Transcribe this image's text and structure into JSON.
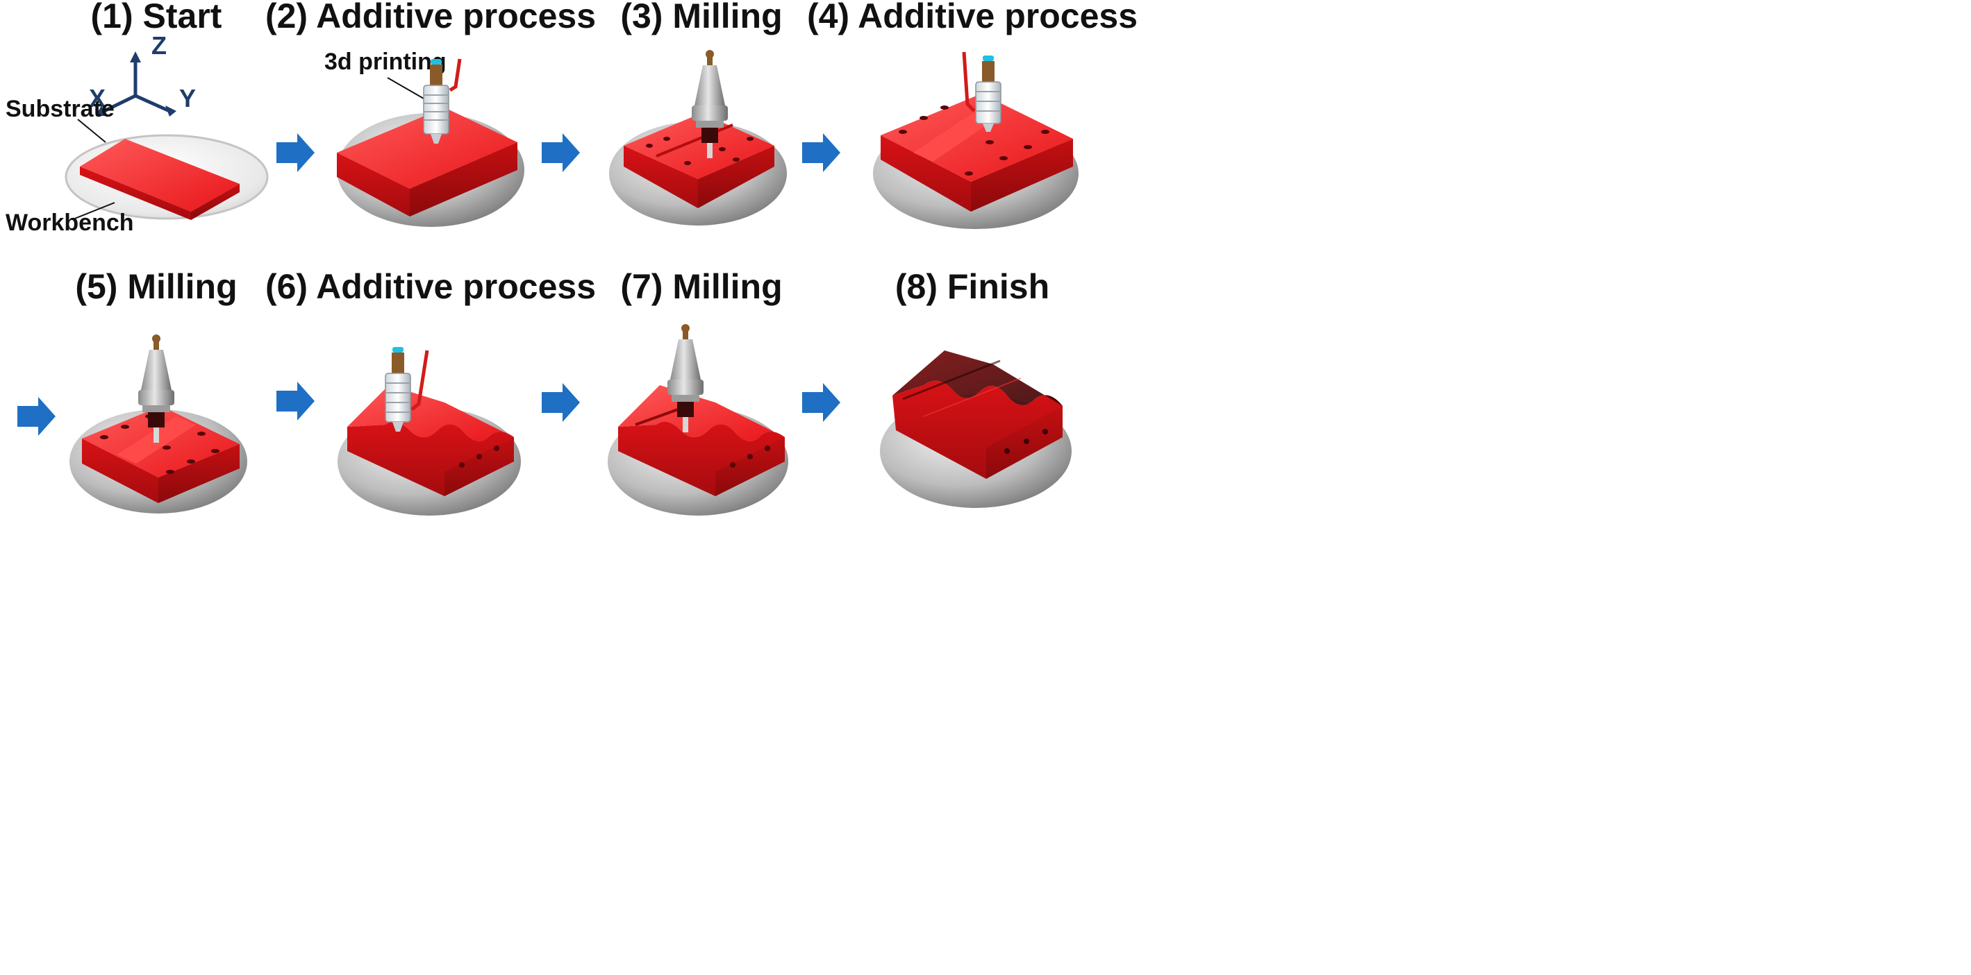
{
  "steps": [
    {
      "label": "(1) Start",
      "type": "start"
    },
    {
      "label": "(2) Additive process",
      "type": "additive"
    },
    {
      "label": "(3) Milling",
      "type": "milling"
    },
    {
      "label": "(4) Additive process",
      "type": "additive"
    },
    {
      "label": "(5) Milling",
      "type": "milling"
    },
    {
      "label": "(6) Additive process",
      "type": "additive"
    },
    {
      "label": "(7) Milling",
      "type": "milling"
    },
    {
      "label": "(8) Finish",
      "type": "finish"
    }
  ],
  "annotations": {
    "substrate": "Substrate",
    "workbench": "Workbench",
    "printer": "3d printing"
  },
  "axes": {
    "x": "X",
    "y": "Y",
    "z": "Z"
  },
  "colors": {
    "part": "#e8161a",
    "part_dark": "#b30d10",
    "part_light": "#ff4a4a",
    "arrow": "#1f6fc4",
    "axis": "#1f3d6b",
    "plate": "#b9b9b9",
    "nozzle_cap": "#1ec0e6",
    "filament_tube": "#d21a1a"
  },
  "icons": [
    "flow-arrow-icon",
    "axis-icon",
    "print-head-icon",
    "milling-tool-icon"
  ]
}
